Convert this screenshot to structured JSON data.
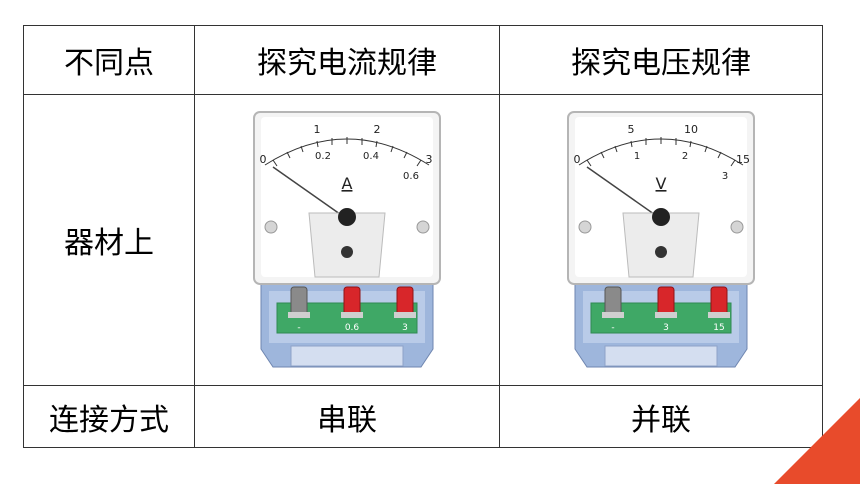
{
  "table": {
    "headers": [
      "不同点",
      "探究电流规律",
      "探究电压规律"
    ],
    "row_equipment_label": "器材上",
    "row_connection_label": "连接方式",
    "connection_current": "串联",
    "connection_voltage": "并联"
  },
  "ammeter": {
    "unit": "A",
    "outer_scale": [
      "0",
      "1",
      "2",
      "3"
    ],
    "inner_scale": [
      "0.2",
      "0.4",
      "0.6"
    ],
    "terminals": [
      "-",
      "0.6",
      "3"
    ]
  },
  "voltmeter": {
    "unit": "V",
    "outer_scale": [
      "0",
      "5",
      "10",
      "15"
    ],
    "inner_scale": [
      "1",
      "2",
      "3"
    ],
    "terminals": [
      "-",
      "3",
      "15"
    ]
  },
  "colors": {
    "accent": "#e84b2b",
    "terminal_red": "#d8262a",
    "base_green": "#3fa866",
    "base_blue": "#a9bfe0"
  }
}
